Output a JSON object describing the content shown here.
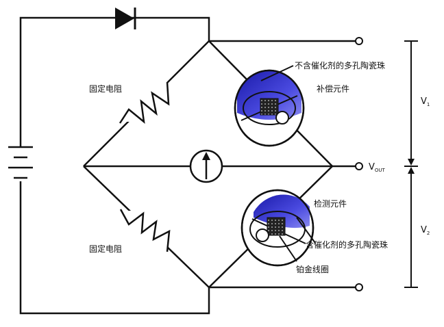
{
  "labels": {
    "fixed_resistor_top": "固定电阻",
    "fixed_resistor_bottom": "固定电阻",
    "porous_ceramic_no_catalyst": "不含催化剂的多孔陶瓷珠",
    "compensation_element": "补偿元件",
    "detection_element": "检测元件",
    "porous_ceramic_with_catalyst": "含催化剂的多孔陶瓷珠",
    "platinum_coil": "铂金线圈"
  },
  "voltages": {
    "v1_main": "V",
    "v1_sub": "1",
    "v2_main": "V",
    "v2_sub": "2",
    "vout_main": "V",
    "vout_sub": "OUT"
  },
  "colors": {
    "line": "#111111",
    "bead_blue": "#3333cc",
    "bead_white": "#ffffff"
  },
  "icons": {
    "battery": "battery-icon",
    "diode": "diode-arrow-icon",
    "meter": "galvanometer-icon"
  }
}
